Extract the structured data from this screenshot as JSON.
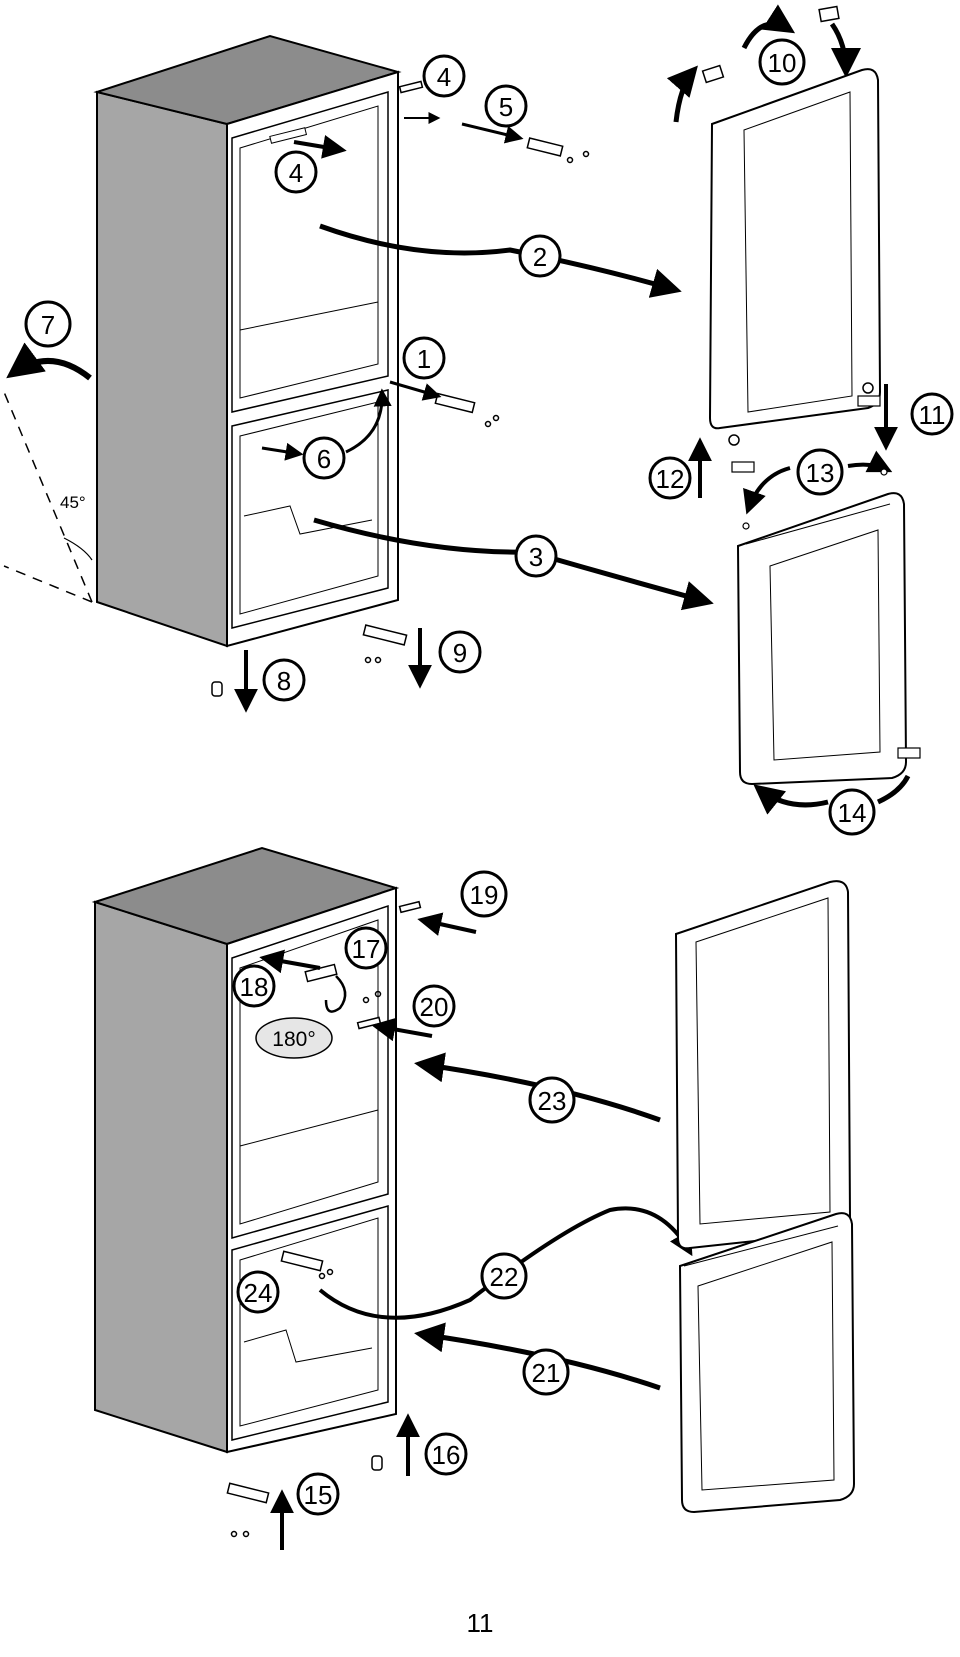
{
  "diagram": {
    "angle_label": "45°",
    "rotation_label": "180°",
    "page_number": "11",
    "steps": [
      "1",
      "2",
      "3",
      "4",
      "4",
      "5",
      "6",
      "7",
      "8",
      "9",
      "10",
      "11",
      "12",
      "13",
      "14",
      "15",
      "16",
      "17",
      "18",
      "19",
      "20",
      "21",
      "22",
      "23",
      "24"
    ]
  },
  "colors": {
    "line": "#000000",
    "cabinet_side": "#a6a6a6",
    "cabinet_top": "#8c8c8c",
    "cabinet_front": "#ffffff",
    "door_fill": "#ffffff",
    "oval_fill": "#e6e6e6"
  }
}
